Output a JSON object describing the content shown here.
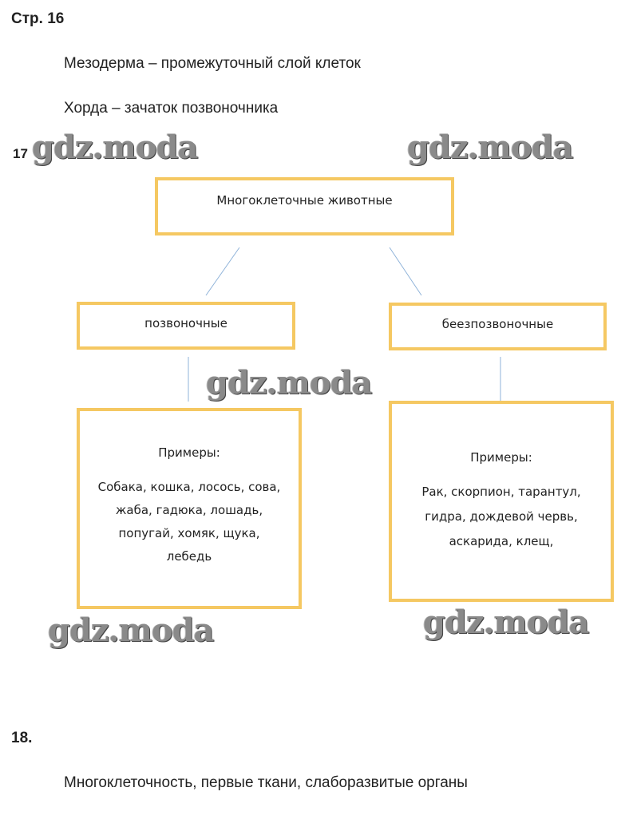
{
  "page_heading": "Стр. 16",
  "definitions": [
    "Мезодерма – промежуточный слой клеток",
    "Хорда – зачаток позвоночника"
  ],
  "task17": {
    "number": "17",
    "root": "Многоклеточные животные",
    "left_branch": "позвоночные",
    "right_branch": "беезпозвоночные",
    "left_examples_title": "Примеры:",
    "left_examples": [
      "Собака, кошка, лосось, сова,",
      "жаба, гадюка, лошадь,",
      "попугай, хомяк, щука,",
      "лебедь"
    ],
    "right_examples_title": "Примеры:",
    "right_examples": [
      "Рак, скорпион, тарантул,",
      "гидра, дождевой червь,",
      "аскарида, клещ,"
    ]
  },
  "task18": {
    "number": "18.",
    "answer": "Многоклеточность, первые ткани, слаборазвитые органы"
  },
  "watermark": "gdz.moda",
  "colors": {
    "box_border": "#f5c862",
    "connector": "#8fb3d9"
  }
}
